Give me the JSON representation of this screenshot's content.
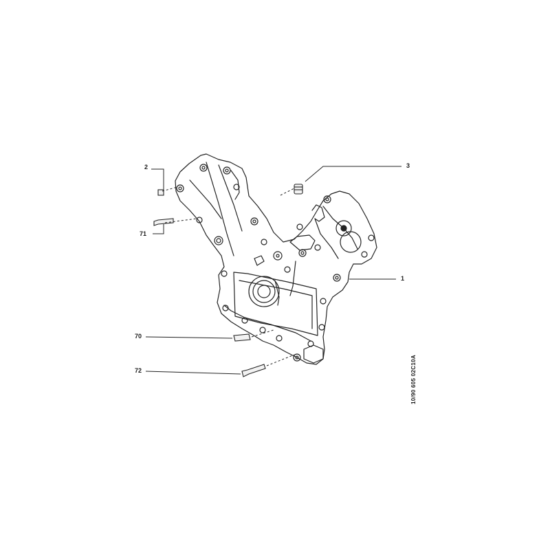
{
  "diagram": {
    "callouts": {
      "c1": "1",
      "c2": "2",
      "c3": "3",
      "c70": "70",
      "c71": "71",
      "c72": "72"
    },
    "drawing_code": "10/90 605  02C10A"
  }
}
